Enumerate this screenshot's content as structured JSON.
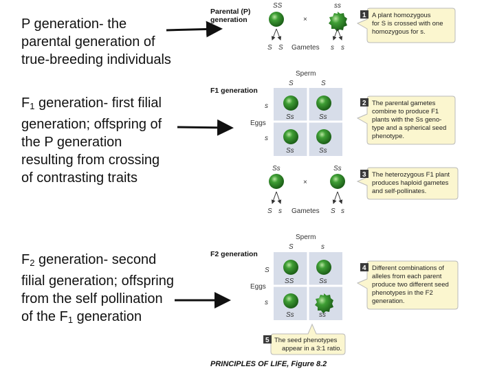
{
  "descriptions": {
    "p": {
      "lines": [
        "P generation- the",
        "parental generation of",
        "true-breeding individuals"
      ]
    },
    "f1": {
      "line1_pre": "F",
      "line1_sub": "1",
      "line1_post": " generation- first filial",
      "lines": [
        "generation; offspring of",
        "the P generation",
        "resulting from crossing",
        "of contrasting traits"
      ]
    },
    "f2": {
      "line1_pre": "F",
      "line1_sub": "2",
      "line1_post": " generation- second",
      "lines": [
        "filial generation; offspring",
        "from the self pollination"
      ],
      "last_pre": "of the F",
      "last_sub": "1",
      "last_post": " generation"
    }
  },
  "figure": {
    "parental": {
      "title1": "Parental (P)",
      "title2": "generation",
      "left_genotype": "SS",
      "right_genotype": "ss",
      "cross": "×",
      "gametes_label": "Gametes",
      "left_gametes": [
        "S",
        "S"
      ],
      "right_gametes": [
        "s",
        "s"
      ]
    },
    "f1": {
      "title": "F1 generation",
      "sperm_label": "Sperm",
      "sperm": [
        "S",
        "S"
      ],
      "eggs_label": "Eggs",
      "eggs": [
        "s",
        "s"
      ],
      "cells": [
        "Ss",
        "Ss",
        "Ss",
        "Ss"
      ]
    },
    "f1_cross": {
      "left_genotype": "Ss",
      "right_genotype": "Ss",
      "cross": "×",
      "gametes_label": "Gametes",
      "left_gametes": [
        "S",
        "s"
      ],
      "right_gametes": [
        "S",
        "s"
      ]
    },
    "f2": {
      "title": "F2 generation",
      "sperm_label": "Sperm",
      "sperm": [
        "S",
        "s"
      ],
      "eggs_label": "Eggs",
      "eggs": [
        "S",
        "s"
      ],
      "cells": [
        "SS",
        "Ss",
        "Ss",
        "ss"
      ]
    },
    "callouts": [
      {
        "num": "1",
        "lines": [
          "A plant homozygous",
          "for S is crossed with one",
          "homozygous for s."
        ]
      },
      {
        "num": "2",
        "lines": [
          "The parental gametes",
          "combine to produce F1",
          "plants with the Ss geno-",
          "type and a spherical seed",
          "phenotype."
        ]
      },
      {
        "num": "3",
        "lines": [
          "The heterozygous F1 plant",
          "produces haploid gametes",
          "and self-pollinates."
        ]
      },
      {
        "num": "4",
        "lines": [
          "Different combinations of",
          "alleles from each parent",
          "produce two different seed",
          "phenotypes in the F2",
          "generation."
        ]
      },
      {
        "num": "5",
        "lines": [
          "The seed phenotypes",
          "appear in a 3:1 ratio."
        ]
      }
    ],
    "caption": "PRINCIPLES OF LIFE, Figure 8.2"
  },
  "colors": {
    "pea_green": "#2f8f2a",
    "grid_bg": "#d7dde9",
    "callout_bg": "#fbf6cf",
    "number_bg": "#3a3a3a"
  }
}
